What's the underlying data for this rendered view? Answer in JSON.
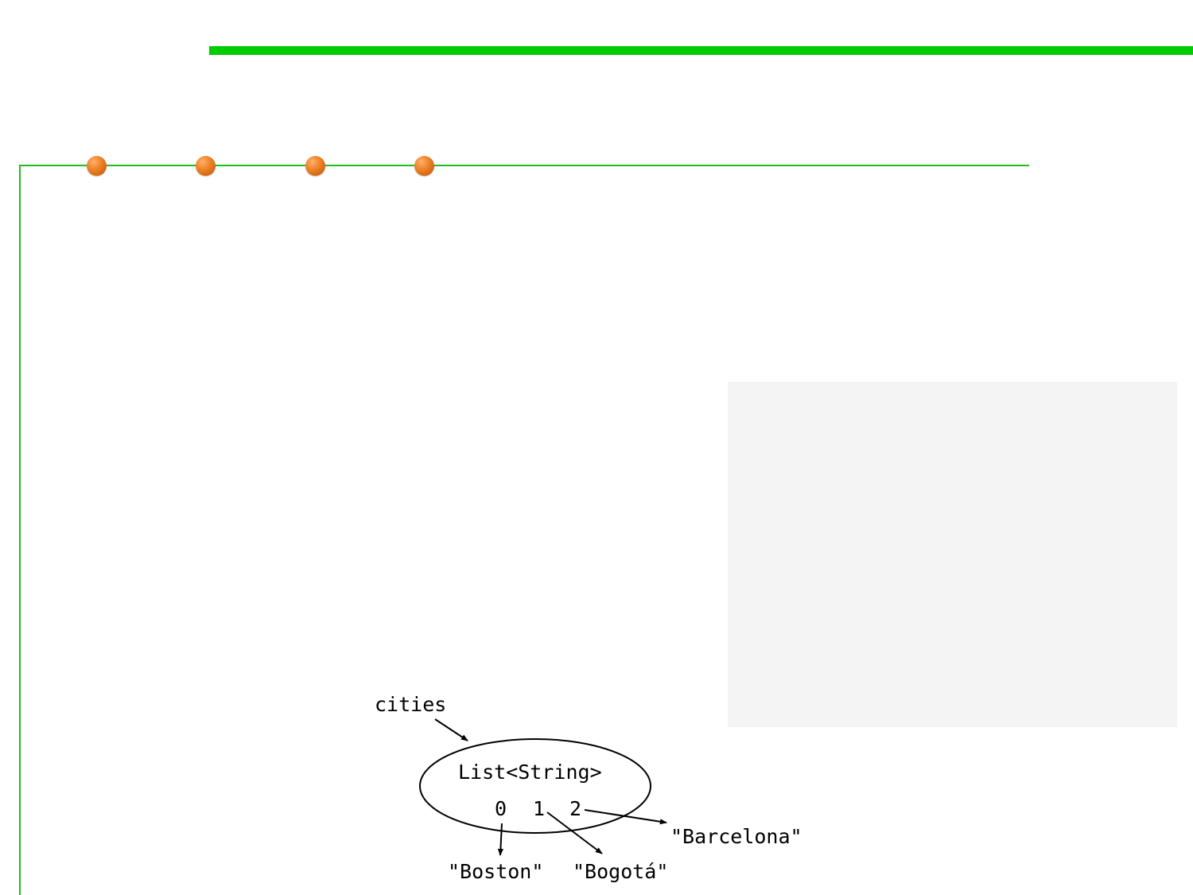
{
  "diagram": {
    "variable_label": "cities",
    "type_label": "List<String>",
    "indices": [
      "0",
      "1",
      "2"
    ],
    "elements": [
      "\"Boston\"",
      "\"Bogotá\"",
      "\"Barcelona\""
    ]
  },
  "colors": {
    "accent_bar": "#00cc00",
    "frame_line": "#22bb22",
    "bullet": "#f0892e",
    "panel": "#f4f4f4"
  }
}
